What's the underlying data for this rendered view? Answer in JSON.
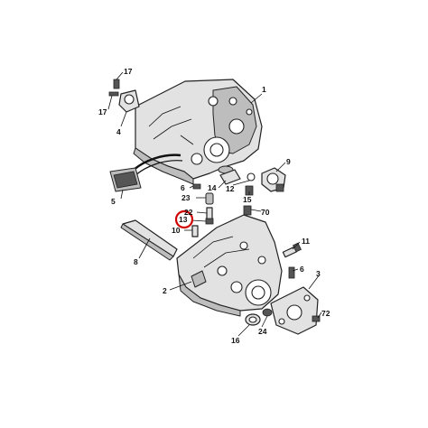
{
  "diagram": {
    "callouts": [
      "17",
      "17",
      "4",
      "1",
      "9",
      "5",
      "6",
      "14",
      "12",
      "15",
      "23",
      "22",
      "70",
      "13",
      "10",
      "11",
      "8",
      "2",
      "6",
      "3",
      "72",
      "16",
      "24"
    ],
    "highlighted_callout": "13",
    "colors": {
      "line": "#222222",
      "part_fill": "#e2e2e2",
      "shadow_fill": "#bdbdbd",
      "highlight_ring": "#d00000"
    }
  }
}
